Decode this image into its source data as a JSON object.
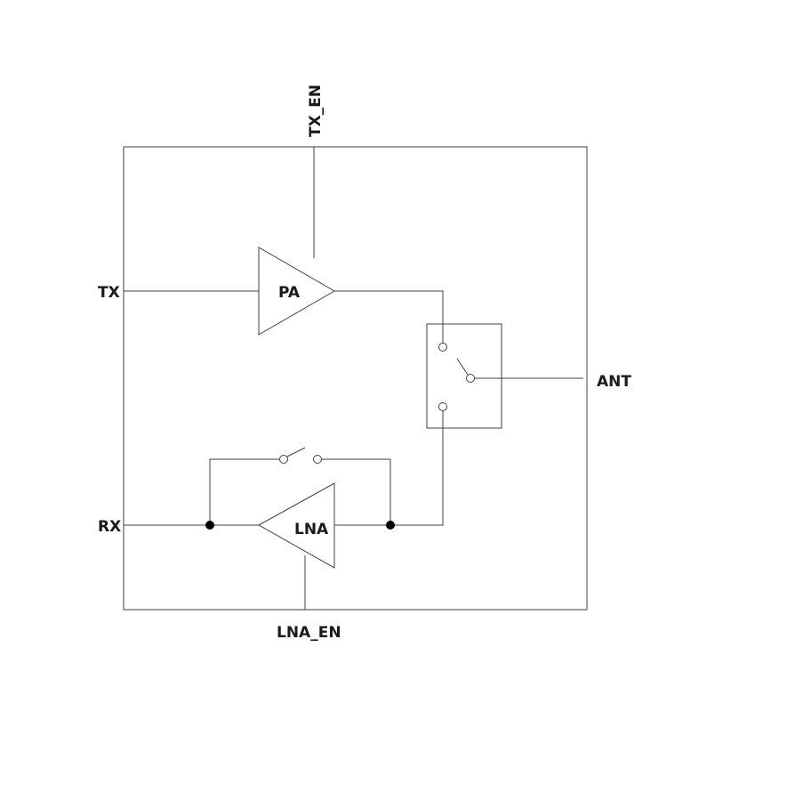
{
  "labels": {
    "tx_en": "TX_EN",
    "tx": "TX",
    "pa": "PA",
    "ant": "ANT",
    "rx": "RX",
    "lna": "LNA",
    "lna_en": "LNA_EN"
  },
  "colors": {
    "line": "#404040",
    "text": "#1a1a1a",
    "junction": "#000000"
  }
}
